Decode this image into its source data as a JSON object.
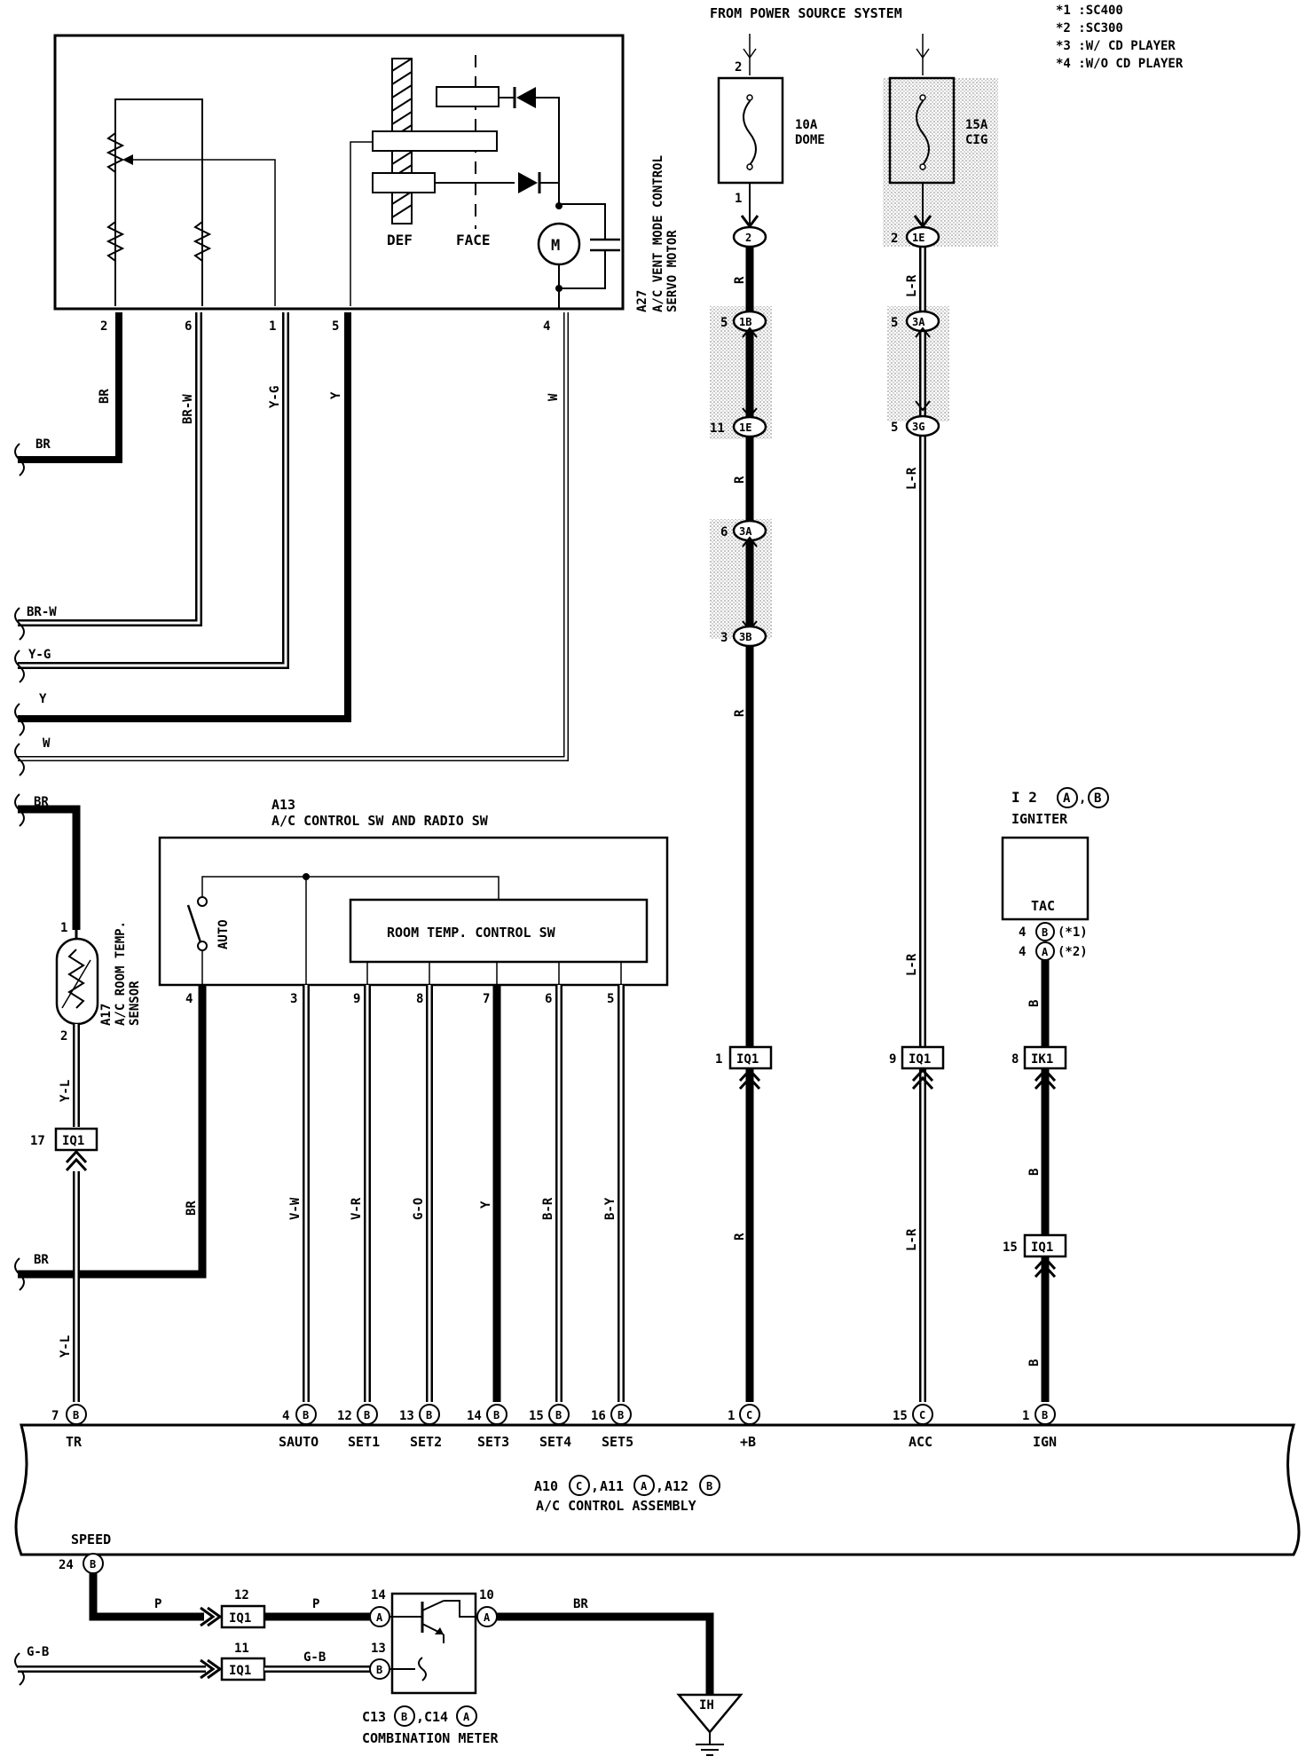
{
  "header": {
    "from_power": "FROM POWER SOURCE SYSTEM",
    "notes": [
      "*1 :SC400",
      "*2 :SC300",
      "*3 :W/ CD PLAYER",
      "*4 :W/O CD PLAYER"
    ]
  },
  "servo": {
    "code": "A27",
    "name1": "A/C VENT MODE CONTROL",
    "name2": "SERVO MOTOR",
    "def": "DEF",
    "face": "FACE",
    "motor": "M",
    "pins": [
      "2",
      "6",
      "1",
      "5",
      "4"
    ]
  },
  "fuses": {
    "dome_pin_top": "2",
    "dome_pin_bottom": "1",
    "dome_rating": "10A",
    "dome_name": "DOME",
    "cig_rating": "15A",
    "cig_name": "CIG"
  },
  "wires": {
    "br": "BR",
    "br_w": "BR-W",
    "y_g": "Y-G",
    "y": "Y",
    "w": "W",
    "r": "R",
    "l_r": "L-R",
    "b": "B",
    "y_l": "Y-L",
    "v_w": "V-W",
    "v_r": "V-R",
    "g_o": "G-O",
    "b_r": "B-R",
    "b_y": "B-Y",
    "p": "P",
    "g_b": "G-B"
  },
  "connectors_r": {
    "c1": {
      "pin": "2",
      "label": "2"
    },
    "c2": {
      "pin": "5",
      "label": "1B"
    },
    "c3": {
      "pin": "11",
      "label": "1E"
    },
    "c4": {
      "pin": "6",
      "label": "3A"
    },
    "c5": {
      "pin": "3",
      "label": "3B"
    },
    "iq": {
      "pin": "1",
      "label": "IQ1"
    }
  },
  "connectors_lr": {
    "c1": {
      "pin": "2",
      "label": "1E"
    },
    "c2": {
      "pin": "5",
      "label": "3A"
    },
    "c3": {
      "pin": "5",
      "label": "3G"
    },
    "iq": {
      "pin": "9",
      "label": "IQ1"
    }
  },
  "igniter": {
    "code_prefix": "I 2",
    "code_a": "A",
    "code_b": "B",
    "comma": ",",
    "name": "IGNITER",
    "tac": "TAC",
    "pin1": "4",
    "pin1_letter": "B",
    "pin1_note": "(*1)",
    "pin2": "4",
    "pin2_letter": "A",
    "pin2_note": "(*2)",
    "ik_pin": "8",
    "ik_label": "IK1",
    "iq_pin": "15",
    "iq_label": "IQ1"
  },
  "a13": {
    "code": "A13",
    "name": "A/C CONTROL SW AND RADIO SW",
    "auto": "AUTO",
    "room": "ROOM TEMP. CONTROL SW",
    "pins": [
      "4",
      "3",
      "9",
      "8",
      "7",
      "6",
      "5"
    ]
  },
  "sensor": {
    "code": "A17",
    "name1": "A/C ROOM TEMP.",
    "name2": "SENSOR",
    "pin1": "1",
    "pin2": "2",
    "iq_pin": "17",
    "iq_label": "IQ1"
  },
  "assembly": {
    "title": "A/C CONTROL ASSEMBLY",
    "code_a10": "A10",
    "code_a11": "A11",
    "code_a12": "A12",
    "ltr_c": "C",
    "ltr_a": "A",
    "ltr_b": "B",
    "comma": ",",
    "terminals": [
      {
        "pin": "7",
        "letter": "B",
        "name": "TR"
      },
      {
        "pin": "4",
        "letter": "B",
        "name": "SAUTO"
      },
      {
        "pin": "12",
        "letter": "B",
        "name": "SET1"
      },
      {
        "pin": "13",
        "letter": "B",
        "name": "SET2"
      },
      {
        "pin": "14",
        "letter": "B",
        "name": "SET3"
      },
      {
        "pin": "15",
        "letter": "B",
        "name": "SET4"
      },
      {
        "pin": "16",
        "letter": "B",
        "name": "SET5"
      },
      {
        "pin": "1",
        "letter": "C",
        "name": "+B"
      },
      {
        "pin": "15",
        "letter": "C",
        "name": "ACC"
      },
      {
        "pin": "1",
        "letter": "B",
        "name": "IGN"
      }
    ],
    "speed": "SPEED",
    "speed_pin": "24",
    "speed_letter": "B"
  },
  "meter": {
    "c13": "C13",
    "c14": "C14",
    "ltr_b": "B",
    "ltr_a": "A",
    "comma": ",",
    "name": "COMBINATION METER",
    "pin14": "14",
    "pin14_letter": "A",
    "pin13": "13",
    "pin13_letter": "B",
    "pin10": "10",
    "pin10_letter": "A",
    "iq12_pin": "12",
    "iq12_label": "IQ1",
    "iq11_pin": "11",
    "iq11_label": "IQ1",
    "ground": "IH"
  }
}
